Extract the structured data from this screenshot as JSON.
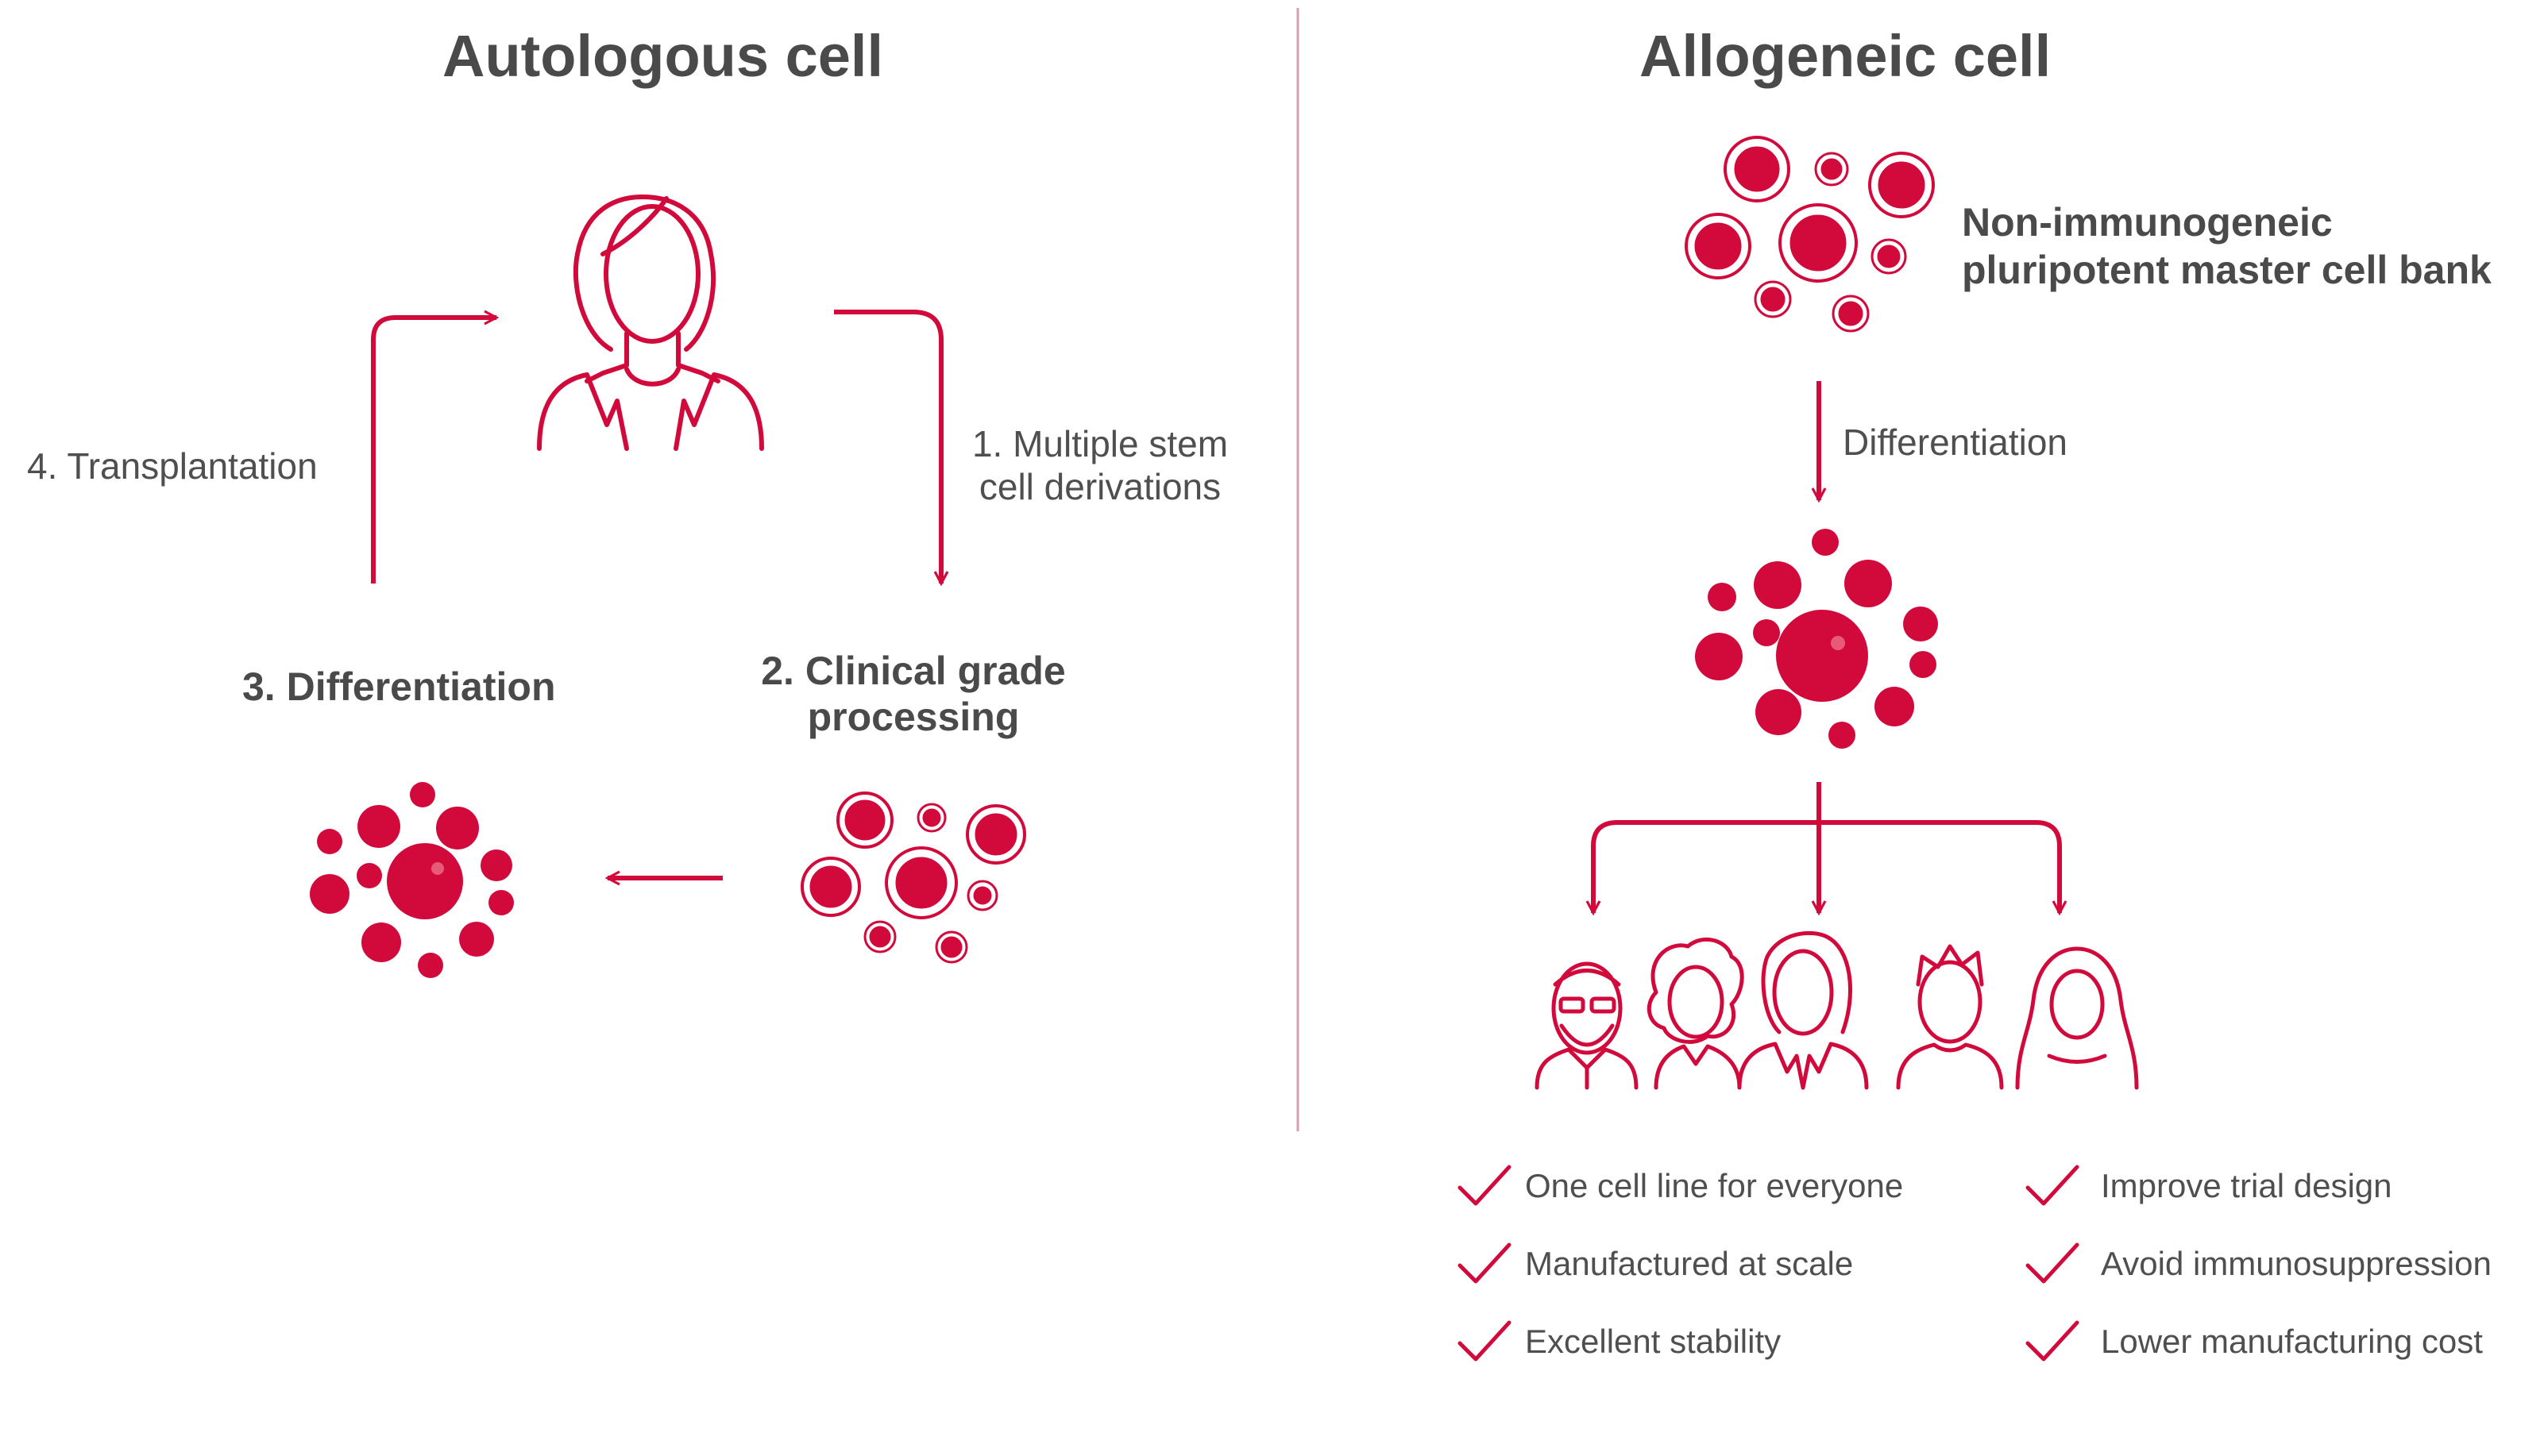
{
  "colors": {
    "accent": "#d20a3c",
    "text": "#4a4a4a",
    "divider": "#d4a0ad",
    "cell_light": "#e85a7a"
  },
  "autologous": {
    "title": "Autologous cell",
    "step1_line1": "1. Multiple stem",
    "step1_line2": "cell derivations",
    "step2_line1": "2. Clinical grade",
    "step2_line2": "processing",
    "step3": "3. Differentiation",
    "step4": "4. Transplantation"
  },
  "allogeneic": {
    "title": "Allogeneic cell",
    "bank_line1": "Non-immunogeneic",
    "bank_line2": "pluripotent master cell bank",
    "differentiation": "Differentiation",
    "benefits_left": [
      "One cell line for everyone",
      "Manufactured at scale",
      "Excellent stability"
    ],
    "benefits_right": [
      "Improve trial design",
      "Avoid immunosuppression",
      "Lower manufacturing cost"
    ]
  },
  "icons": [
    "woman-icon",
    "stem-cells-icon",
    "differentiated-cells-icon",
    "people-group-icon",
    "checkmark-icon"
  ]
}
